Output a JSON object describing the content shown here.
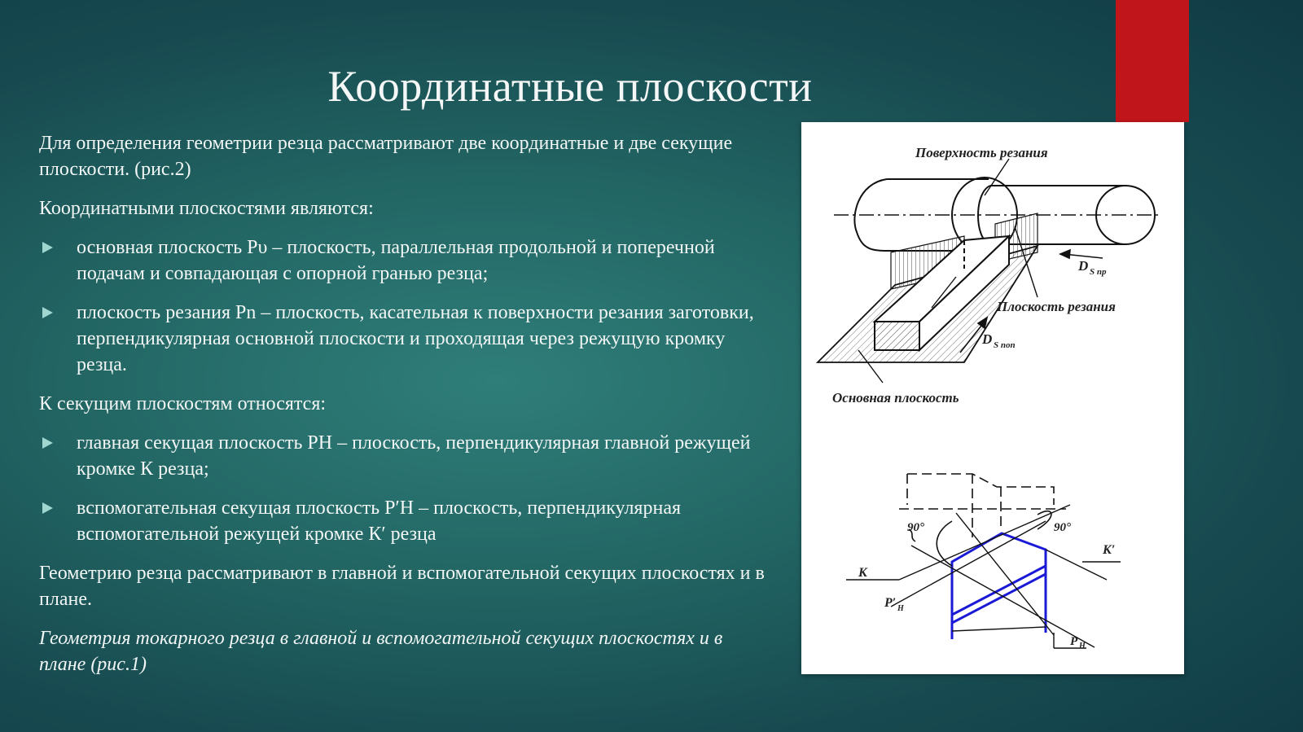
{
  "slide": {
    "title": "Координатные плоскости"
  },
  "content": {
    "intro": "Для определения геометрии резца рассматривают две координатные и две секущие плоскости. (рис.2)",
    "coord_heading": "Координатными плоскостями являются:",
    "coord_items": [
      "основная плоскость Pυ – плоскость, параллельная продольной и поперечной подачам и совпадающая с опорной гранью резца;",
      "плоскость резания Pn – плоскость, касательная к поверхности резания заготовки, перпендикулярная основной плоскости и проходящая через режущую кромку резца."
    ],
    "secant_heading": "К секущим плоскостям относятся:",
    "secant_items": [
      "главная секущая плоскость PH – плоскость, перпендикулярная главной режущей кромке К резца;",
      "вспомогательная секущая плоскость P′H – плоскость, перпендикулярная вспомогательной режущей кромке К′ резца"
    ],
    "geometry_note": "Геометрию резца рассматривают в главной и вспомогательной секущих плоскостях и в плане.",
    "caption": "Геометрия токарного резца в главной и вспомогательной секущих плоскостях и в плане (рис.1)"
  },
  "figure": {
    "labels": {
      "cutting_surface": "Поверхность резания",
      "cutting_plane": "Плоскость резания",
      "base_plane": "Основная плоскость",
      "ds_long": "D",
      "ds_long_sub": "S пр",
      "ds_cross": "D",
      "ds_cross_sub": "S поп",
      "angle_left": "90°",
      "angle_right": "90°",
      "k": "К",
      "k_prime": "К′",
      "ph_prime": "P′",
      "ph_prime_sub": "Н",
      "ph": "P",
      "ph_sub": "Н"
    }
  },
  "colors": {
    "accent": "#c0161b",
    "bullet": "#9fd7d0",
    "cutter_outline": "#1a1ad6"
  }
}
